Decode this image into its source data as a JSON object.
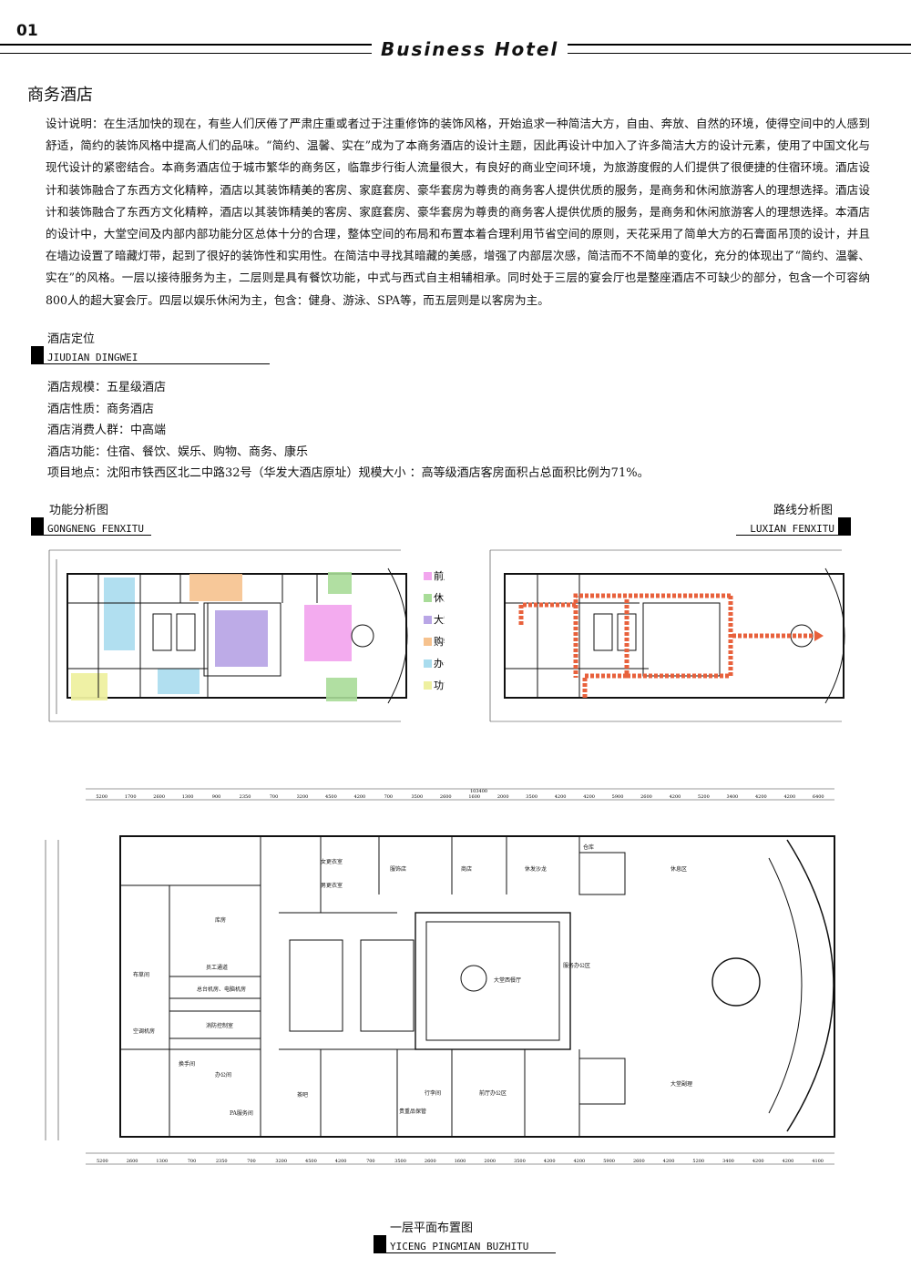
{
  "page_number": "01",
  "header_title": "Business Hotel",
  "main_title": "商务酒店",
  "intro": "设计说明：在生活加快的现在，有些人们厌倦了严肃庄重或者过于注重修饰的装饰风格，开始追求一种简洁大方，自由、奔放、自然的环境，使得空间中的人感到舒适，简约的装饰风格中提高人们的品味。“简约、温馨、实在”成为了本商务酒店的设计主题，因此再设计中加入了许多简洁大方的设计元素，使用了中国文化与现代设计的紧密结合。本商务酒店位于城市繁华的商务区，临靠步行街人流量很大，有良好的商业空间环境，为旅游度假的人们提供了很便捷的住宿环境。酒店设计和装饰融合了东西方文化精粹，酒店以其装饰精美的客房、家庭套房、豪华套房为尊贵的商务客人提供优质的服务，是商务和休闲旅游客人的理想选择。酒店设计和装饰融合了东西方文化精粹，酒店以其装饰精美的客房、家庭套房、豪华套房为尊贵的商务客人提供优质的服务，是商务和休闲旅游客人的理想选择。本酒店的设计中，大堂空间及内部内部功能分区总体十分的合理，整体空间的布局和布置本着合理利用节省空间的原则，天花采用了简单大方的石膏面吊顶的设计，并且在墙边设置了暗藏灯带，起到了很好的装饰性和实用性。在简洁中寻找其暗藏的美感，增强了内部层次感，简洁而不不简单的变化，充分的体现出了“简约、温馨、实在”的风格。一层以接待服务为主，二层则是具有餐饮功能，中式与西式自主相辅相承。同时处于三层的宴会厅也是整座酒店不可缺少的部分，包含一个可容纳800人的超大宴会厅。四层以娱乐休闲为主，包含：健身、游泳、SPA等，而五层则是以客房为主。",
  "positioning": {
    "cn": "酒店定位",
    "en": "JIUDIAN DINGWEI"
  },
  "info": [
    "酒店规模：五星级酒店",
    "酒店性质：商务酒店",
    "酒店消费人群：中高端",
    "酒店功能：住宿、餐饮、娱乐、购物、商务、康乐",
    "项目地点：沈阳市铁西区北二中路32号（华发大酒店原址）规模大小 ：高等级酒店客房面积占总面积比例为71%。"
  ],
  "function_section": {
    "cn": "功能分析图",
    "en": "GONGNENG FENXITU"
  },
  "route_section": {
    "cn": "路线分析图",
    "en": "LUXIAN FENXITU"
  },
  "floor_section": {
    "cn": "一层平面布置图",
    "en": "YICENG PINGMIAN BUZHITU"
  },
  "legend": [
    {
      "label": "前厅",
      "color": "#f2a6ee"
    },
    {
      "label": "休息",
      "color": "#a8dc98"
    },
    {
      "label": "大堂",
      "color": "#b9a6e6"
    },
    {
      "label": "购物",
      "color": "#f6c28e"
    },
    {
      "label": "办公",
      "color": "#a9dcee"
    },
    {
      "label": "功能",
      "color": "#eef0a0"
    }
  ],
  "route_color": "#e8613c",
  "plan_labels": {
    "room_a": "库房",
    "room_b": "员工通道",
    "room_c": "总台机房、电脑机房",
    "room_d": "消防控制室",
    "room_e": "布草间",
    "room_f": "空调机房",
    "room_g": "办公间",
    "room_h": "换手间",
    "room_i": "茶吧",
    "room_j": "女更衣室",
    "room_k": "男更衣室",
    "room_l": "服饰店",
    "room_m": "商店",
    "room_n": "休发沙龙",
    "room_o": "仓库",
    "room_p": "休息区",
    "room_q": "大堂西餐厅",
    "room_r": "服务办公区",
    "room_s": "行李间",
    "room_t": "前厅办公区",
    "room_u": "大堂副理",
    "room_v": "PA服务间",
    "room_w": "贵重品保管"
  },
  "dims_top": [
    "5200",
    "1700",
    "2600",
    "1300",
    "900",
    "2350",
    "700",
    "3200",
    "4500",
    "4200",
    "700",
    "3500",
    "2600",
    "1600",
    "2000",
    "3500",
    "4200",
    "4200",
    "5900",
    "2600",
    "4200",
    "5200",
    "3400",
    "4200",
    "4200",
    "6400"
  ],
  "dims_bottom": [
    "5200",
    "2600",
    "1300",
    "700",
    "2350",
    "700",
    "3200",
    "4500",
    "4200",
    "700",
    "3500",
    "2600",
    "1600",
    "2000",
    "3500",
    "4200",
    "4200",
    "5900",
    "2600",
    "4200",
    "5200",
    "3400",
    "4200",
    "4200",
    "4100"
  ],
  "dims_total": "103400"
}
